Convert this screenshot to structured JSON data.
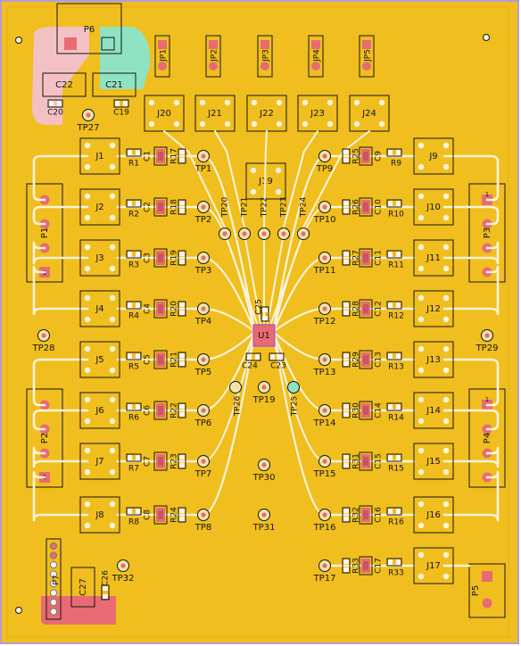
{
  "colors": {
    "board": "#f0be1e",
    "outline": "#b49bd8",
    "trace": "#fbf3da",
    "silk": "#151515",
    "pad_red": "#e86b73",
    "pad_white": "#f8f2f0",
    "copper_pink": "#f3c1c4",
    "copper_green": "#8fe3c3",
    "testpoint": "#f1e6a8"
  },
  "headers": {
    "P6": "P6",
    "P1": "P1",
    "P2": "P2",
    "P3": "P3",
    "P4": "P4",
    "P5": "P5",
    "P7": "P7"
  },
  "capacitors": {
    "C19": "C19",
    "C20": "C20",
    "C21": "C21",
    "C22": "C22",
    "C23": "C23",
    "C24": "C24",
    "C25": "C25",
    "C26": "C26",
    "C27": "C27"
  },
  "u1": "U1",
  "top_jumpers": [
    "JP1",
    "JP2",
    "JP3",
    "JP4",
    "JP5"
  ],
  "mid_jacks": [
    "J20",
    "J21",
    "J22",
    "J23",
    "J24"
  ],
  "j19": "J19",
  "center_tps": [
    "TP20",
    "TP21",
    "TP22",
    "TP23",
    "TP24"
  ],
  "tp_misc": {
    "tp25": "TP25",
    "tp26": "TP26",
    "tp19": "TP19",
    "tp27": "TP27",
    "tp28": "TP28",
    "tp29": "TP29",
    "tp30": "TP30",
    "tp31": "TP31",
    "tp32": "TP32"
  },
  "left_channels": [
    {
      "jack": "J1",
      "r_in": "R1",
      "cap": "C1",
      "r_out": "R17",
      "tp": "TP1"
    },
    {
      "jack": "J2",
      "r_in": "R2",
      "cap": "C2",
      "r_out": "R18",
      "tp": "TP2"
    },
    {
      "jack": "J3",
      "r_in": "R3",
      "cap": "C3",
      "r_out": "R19",
      "tp": "TP3"
    },
    {
      "jack": "J4",
      "r_in": "R4",
      "cap": "C4",
      "r_out": "R20",
      "tp": "TP4"
    },
    {
      "jack": "J5",
      "r_in": "R5",
      "cap": "C5",
      "r_out": "R21",
      "tp": "TP5"
    },
    {
      "jack": "J6",
      "r_in": "R6",
      "cap": "C6",
      "r_out": "R22",
      "tp": "TP6"
    },
    {
      "jack": "J7",
      "r_in": "R7",
      "cap": "C7",
      "r_out": "R23",
      "tp": "TP7"
    },
    {
      "jack": "J8",
      "r_in": "R8",
      "cap": "C8",
      "r_out": "R24",
      "tp": "TP8"
    }
  ],
  "right_channels": [
    {
      "tp": "TP9",
      "r_out": "R25",
      "cap": "C9",
      "r_in": "R9",
      "jack": "J9"
    },
    {
      "tp": "TP10",
      "r_out": "R26",
      "cap": "C10",
      "r_in": "R10",
      "jack": "J10"
    },
    {
      "tp": "TP11",
      "r_out": "R27",
      "cap": "C11",
      "r_in": "R11",
      "jack": "J11"
    },
    {
      "tp": "TP12",
      "r_out": "R28",
      "cap": "C12",
      "r_in": "R12",
      "jack": "J12"
    },
    {
      "tp": "TP13",
      "r_out": "R29",
      "cap": "C13",
      "r_in": "R13",
      "jack": "J13"
    },
    {
      "tp": "TP14",
      "r_out": "R30",
      "cap": "C14",
      "r_in": "R14",
      "jack": "J14"
    },
    {
      "tp": "TP15",
      "r_out": "R31",
      "cap": "C15",
      "r_in": "R15",
      "jack": "J15"
    },
    {
      "tp": "TP16",
      "r_out": "R32",
      "cap": "C16",
      "r_in": "R16",
      "jack": "J16"
    },
    {
      "tp": "TP17",
      "r_out": "R33",
      "cap": "C17",
      "r_in": "R33",
      "jack": "J17"
    }
  ],
  "pin1_marker": "1"
}
